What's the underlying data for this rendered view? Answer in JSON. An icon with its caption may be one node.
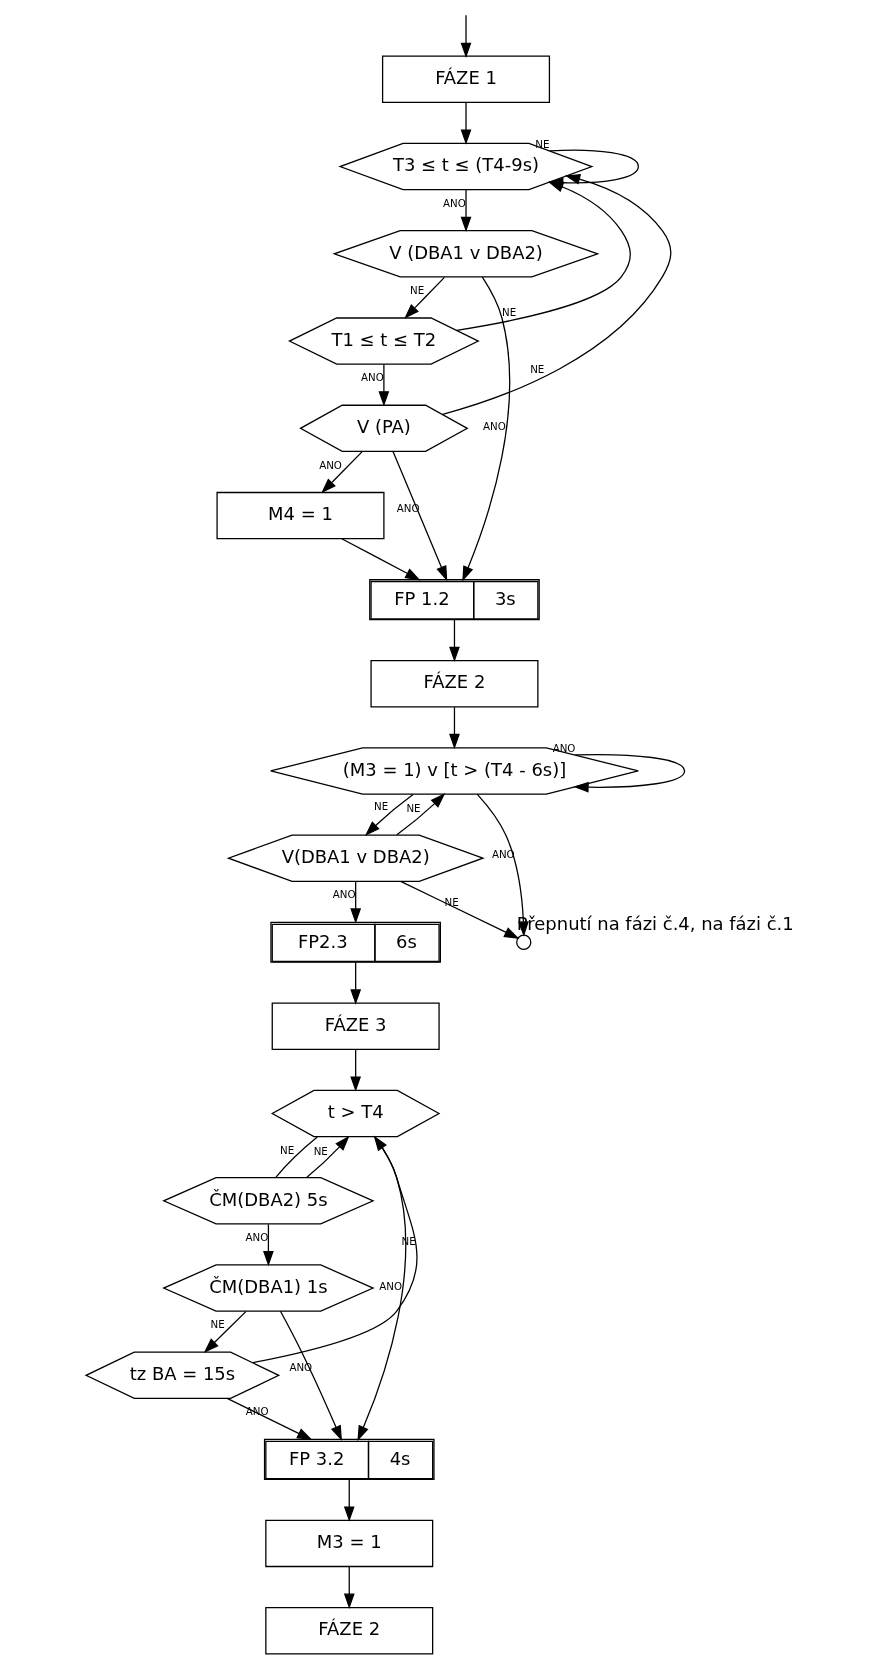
{
  "diagram": {
    "nodes": [
      {
        "text": [
          "FÁZE 1"
        ]
      },
      {
        "text": [
          "T3 ≤ t ≤ (T4-9s)"
        ]
      },
      {
        "text": [
          "V (DBA1 v DBA2)"
        ]
      },
      {
        "text": [
          "T1 ≤ t ≤ T2"
        ]
      },
      {
        "text": [
          "V (PA)"
        ]
      },
      {
        "text": [
          "M4 = 1"
        ]
      },
      {
        "text": [
          "FP 1.2",
          "3s"
        ]
      },
      {
        "text": [
          "FÁZE 2"
        ]
      },
      {
        "text": [
          "(M3 = 1) v [t > (T4 - 6s)]"
        ]
      },
      {
        "text": [
          "V(DBA1 v DBA2)"
        ]
      },
      {
        "text": [
          "FP2.3",
          "6s"
        ]
      },
      {
        "text": [
          "FÁZE 3"
        ]
      },
      {
        "text": [
          "t > T4"
        ]
      },
      {
        "text": [
          "ČM(DBA2) 5s"
        ]
      },
      {
        "text": [
          "ČM(DBA1) 1s"
        ]
      },
      {
        "text": [
          "tz BA = 15s"
        ]
      },
      {
        "text": [
          "FP 3.2",
          "4s"
        ]
      },
      {
        "text": [
          "M3 = 1"
        ]
      },
      {
        "text": [
          "FÁZE 2"
        ]
      },
      {
        "text": [],
        "shape": "circle",
        "beside": [
          "Přepnutí na fázi č.4, na fázi č.1"
        ]
      }
    ],
    "edges": [
      {
        "from": null,
        "to": 0,
        "arrow": "to"
      },
      {
        "from": 0,
        "to": 1,
        "arrow": "to"
      },
      {
        "from": 1,
        "to": 1,
        "arrow": "to",
        "label": "NE"
      },
      {
        "from": 1,
        "to": 2,
        "arrow": "to",
        "label": "ANO"
      },
      {
        "from": 2,
        "to": 3,
        "arrow": "to",
        "label": "NE"
      },
      {
        "from": 3,
        "to": 1,
        "arrow": "to",
        "label": "NE"
      },
      {
        "from": 3,
        "to": 4,
        "arrow": "to",
        "label": "ANO"
      },
      {
        "from": 4,
        "to": 1,
        "arrow": "to",
        "label": "NE"
      },
      {
        "from": 4,
        "to": 6,
        "arrow": "to",
        "label": "ANO"
      },
      {
        "from": 2,
        "to": 6,
        "arrow": "to",
        "label": "ANO"
      },
      {
        "from": 4,
        "to": 5,
        "arrow": "to",
        "label": "ANO"
      },
      {
        "from": 5,
        "to": 6,
        "arrow": "to"
      },
      {
        "from": 6,
        "to": 7,
        "arrow": "to"
      },
      {
        "from": 7,
        "to": 8,
        "arrow": "to"
      },
      {
        "from": 8,
        "to": 19,
        "arrow": "to",
        "label": "ANO"
      },
      {
        "from": 8,
        "to": 8,
        "arrow": "to",
        "label": "ANO"
      },
      {
        "from": 8,
        "to": 9,
        "arrow": "to",
        "label": "NE"
      },
      {
        "from": 9,
        "to": 19,
        "arrow": "to",
        "label": "NE"
      },
      {
        "from": 9,
        "to": 8,
        "arrow": "to",
        "label": "NE"
      },
      {
        "from": 9,
        "to": 10,
        "arrow": "to",
        "label": "ANO"
      },
      {
        "from": 10,
        "to": 11,
        "arrow": "to"
      },
      {
        "from": 11,
        "to": 12,
        "arrow": "to"
      },
      {
        "from": 12,
        "to": 13,
        "arrow": "none",
        "label": "NE"
      },
      {
        "from": 13,
        "to": 12,
        "arrow": "to",
        "label": "NE"
      },
      {
        "from": 13,
        "to": 14,
        "arrow": "to",
        "label": "ANO"
      },
      {
        "from": 14,
        "to": 15,
        "arrow": "to",
        "label": "NE"
      },
      {
        "from": 15,
        "to": 12,
        "arrow": "to",
        "label": "NE"
      },
      {
        "from": 12,
        "to": 16,
        "arrow": "to",
        "label": "ANO"
      },
      {
        "from": 14,
        "to": 16,
        "arrow": "to",
        "label": "ANO"
      },
      {
        "from": 15,
        "to": 16,
        "arrow": "to",
        "label": "ANO"
      },
      {
        "from": 16,
        "to": 17,
        "arrow": "to"
      },
      {
        "from": 17,
        "to": 18,
        "arrow": "to"
      }
    ]
  }
}
